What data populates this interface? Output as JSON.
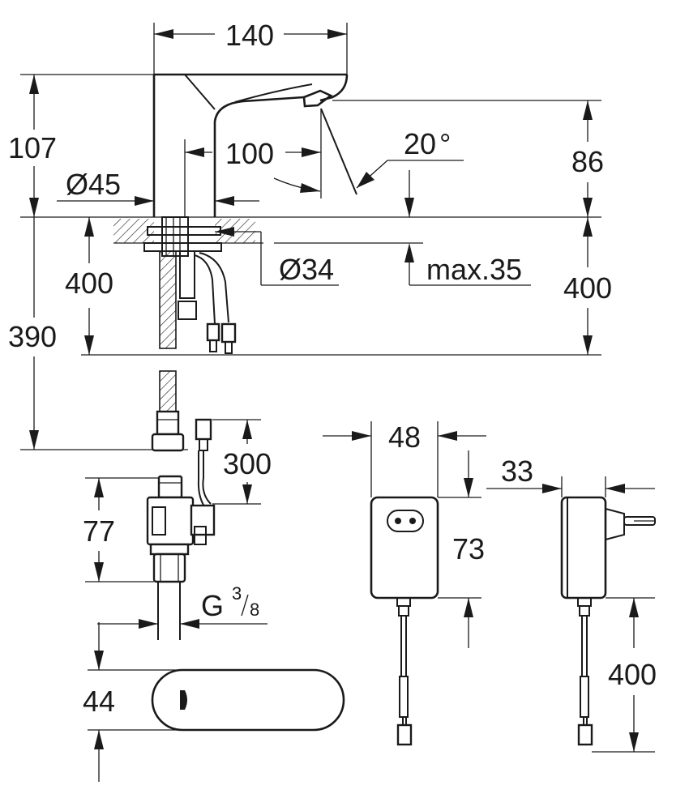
{
  "dimensions": {
    "width_top": "140",
    "height_spout": "107",
    "height_right": "86",
    "spout_reach": "100",
    "angle": "20",
    "angle_unit": "°",
    "base_diameter": "Ø45",
    "hole_diameter": "Ø34",
    "max_thickness": "max.35",
    "cable_left": "400",
    "cable_right": "400",
    "hose": "390",
    "valve_cable": "300",
    "valve_height": "77",
    "thread_main": "G",
    "thread_num": "3",
    "thread_den": "8",
    "adapter_width": "48",
    "adapter_height": "73",
    "adapter_depth": "33",
    "adapter_cable": "400",
    "sensor_height": "44"
  },
  "colors": {
    "line": "#1a1a1a",
    "background": "#ffffff"
  }
}
